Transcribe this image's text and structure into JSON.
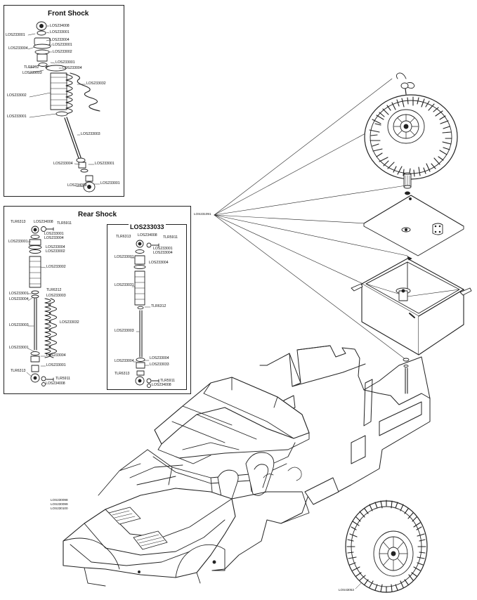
{
  "front_shock": {
    "title": "Front Shock",
    "labels": {
      "l1": "LOS234008",
      "l2": "LOS233001",
      "l3": "LOS233001",
      "l4": "LOS233004",
      "l5": "LOS233004",
      "l6": "LOS233001",
      "l7": "LOS233002",
      "l8": "LOS233001",
      "l9": "TLR6312",
      "l10": "LOS233004",
      "l11": "LOS233003",
      "l12": "LOS233032",
      "l13": "LOS233002",
      "l14": "LOS233001",
      "l15": "LOS233003",
      "l16": "LOS233004",
      "l17": "LOS233001",
      "l18": "LOS234008",
      "l19": "LOS233001"
    }
  },
  "rear_shock": {
    "title": "Rear Shock",
    "labels": {
      "r1": "TLR6313",
      "r2": "LOS234008",
      "r3": "TLR5911",
      "r4": "LOS233001",
      "r5": "LOS233004",
      "r6": "LOS233001",
      "r7": "LOS233004",
      "r8": "LOS233002",
      "r9": "LOS233002",
      "r10": "LOS233001",
      "r11": "TLR6312",
      "r12": "LOS233004",
      "r13": "LOS233003",
      "r14": "LOS233003",
      "r15": "LOS233032",
      "r16": "LOS233001",
      "r17": "LOS233004",
      "r18": "TLR6313",
      "r19": "LOS233001",
      "r20": "TLR5911",
      "r21": "LOS234008"
    },
    "inset": {
      "title": "LOS233033",
      "labels": {
        "i1": "TLR6313",
        "i2": "LOS234008",
        "i3": "TLR5911",
        "i4": "LOS233001",
        "i5": "LOS233004",
        "i6": "LOS233001",
        "i7": "LOS233004",
        "i8": "LOS233031",
        "i9": "TLR6312",
        "i10": "LOS233003",
        "i11": "LOS233004",
        "i12": "LOS233004",
        "i13": "LOS233033",
        "i14": "TLR6313",
        "i15": "TLR5911",
        "i16": "LOS234008"
      }
    }
  },
  "main": {
    "callout_left": "LOS231091",
    "body_labels": [
      "LOS230098",
      "LOS230099",
      "LOS230100"
    ],
    "wheel_label": "LOS43053"
  }
}
